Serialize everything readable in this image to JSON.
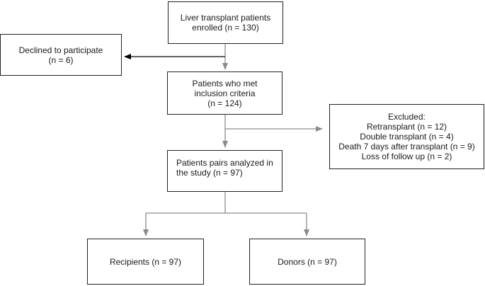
{
  "flowchart": {
    "enrolled": {
      "text": "Liver transplant patients\nenrolled (n = 130)"
    },
    "declined": {
      "text": "Declined to participate\n(n = 6)"
    },
    "inclusion": {
      "text": "Patients who met\ninclusion criteria\n(n = 124)"
    },
    "excluded": {
      "header": "Excluded:",
      "items": [
        "Retransplant (n = 12)",
        "Double transplant (n = 4)",
        "Death 7 days after transplant (n = 9)",
        "Loss of follow up (n = 2)"
      ]
    },
    "analyzed": {
      "text": "Patients pairs analyzed in\nthe study (n = 97)"
    },
    "recipients": {
      "text": "Recipients (n = 97)"
    },
    "donors": {
      "text": "Donors (n = 97)"
    }
  },
  "colors": {
    "box_border": "#222222",
    "arrow_black": "#000000",
    "arrow_gray": "#8c8c8c"
  }
}
